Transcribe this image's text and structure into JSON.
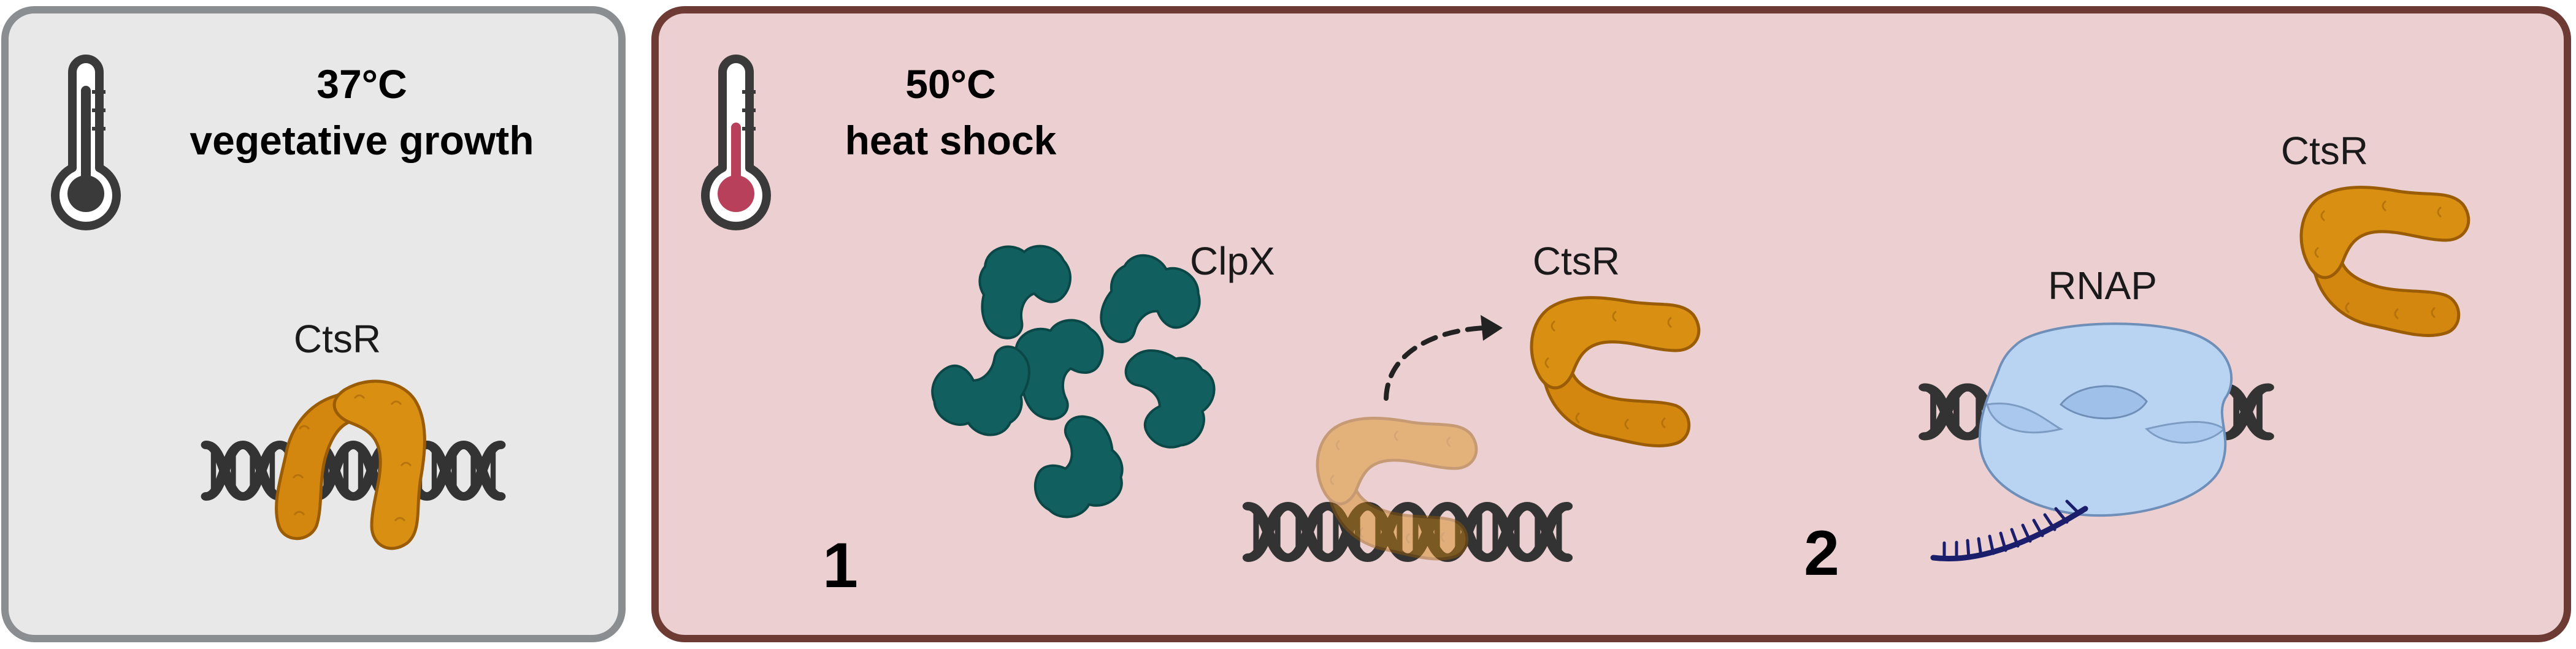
{
  "panels": {
    "vegetative": {
      "temperature": "37°C",
      "condition": "vegetative growth",
      "protein_label": "CtsR"
    },
    "heat_shock": {
      "temperature": "50°C",
      "condition": "heat shock",
      "clpx_label": "ClpX",
      "released_ctsr_label": "CtsR",
      "rnap_label": "RNAP",
      "free_ctsr_label": "CtsR",
      "step_1": "1",
      "step_2": "2"
    }
  },
  "colors": {
    "vegetative_panel_fill": "#e8e8e8",
    "vegetative_panel_border": "#8a8e91",
    "heat_panel_fill": "#eccfd1",
    "heat_panel_border": "#6e3a34",
    "ctsr": "#d4870f",
    "clpx": "#115f5f",
    "rnap": "#b9d4f2",
    "dna": "#333333",
    "mrna": "#1b1e6b",
    "thermo_cold": "#3a3a3a",
    "thermo_hot": "#b8405a"
  }
}
